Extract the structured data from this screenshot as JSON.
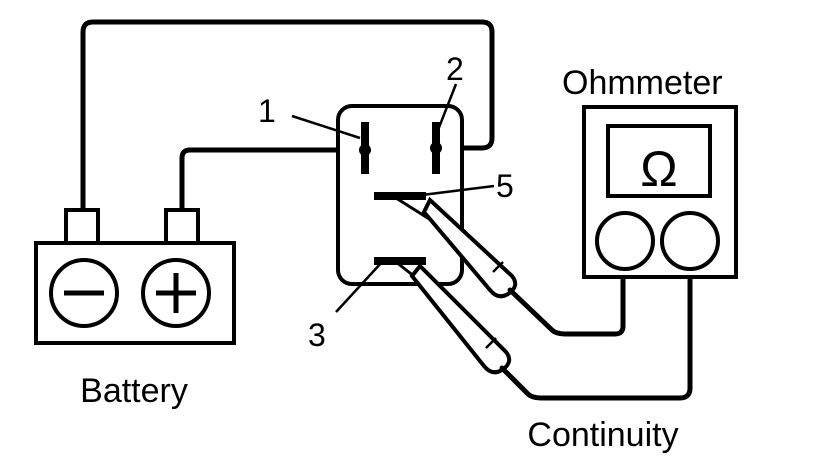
{
  "labels": {
    "ohmmeter": "Ohmmeter",
    "ohm_symbol": "Ω",
    "battery": "Battery",
    "continuity": "Continuity",
    "terminals": [
      "1",
      "2",
      "3",
      "5"
    ]
  },
  "icons": {
    "battery_negative": "minus-sign-icon",
    "battery_positive": "plus-sign-icon"
  },
  "colors": {
    "ink": "#000000",
    "background": "#ffffff"
  }
}
